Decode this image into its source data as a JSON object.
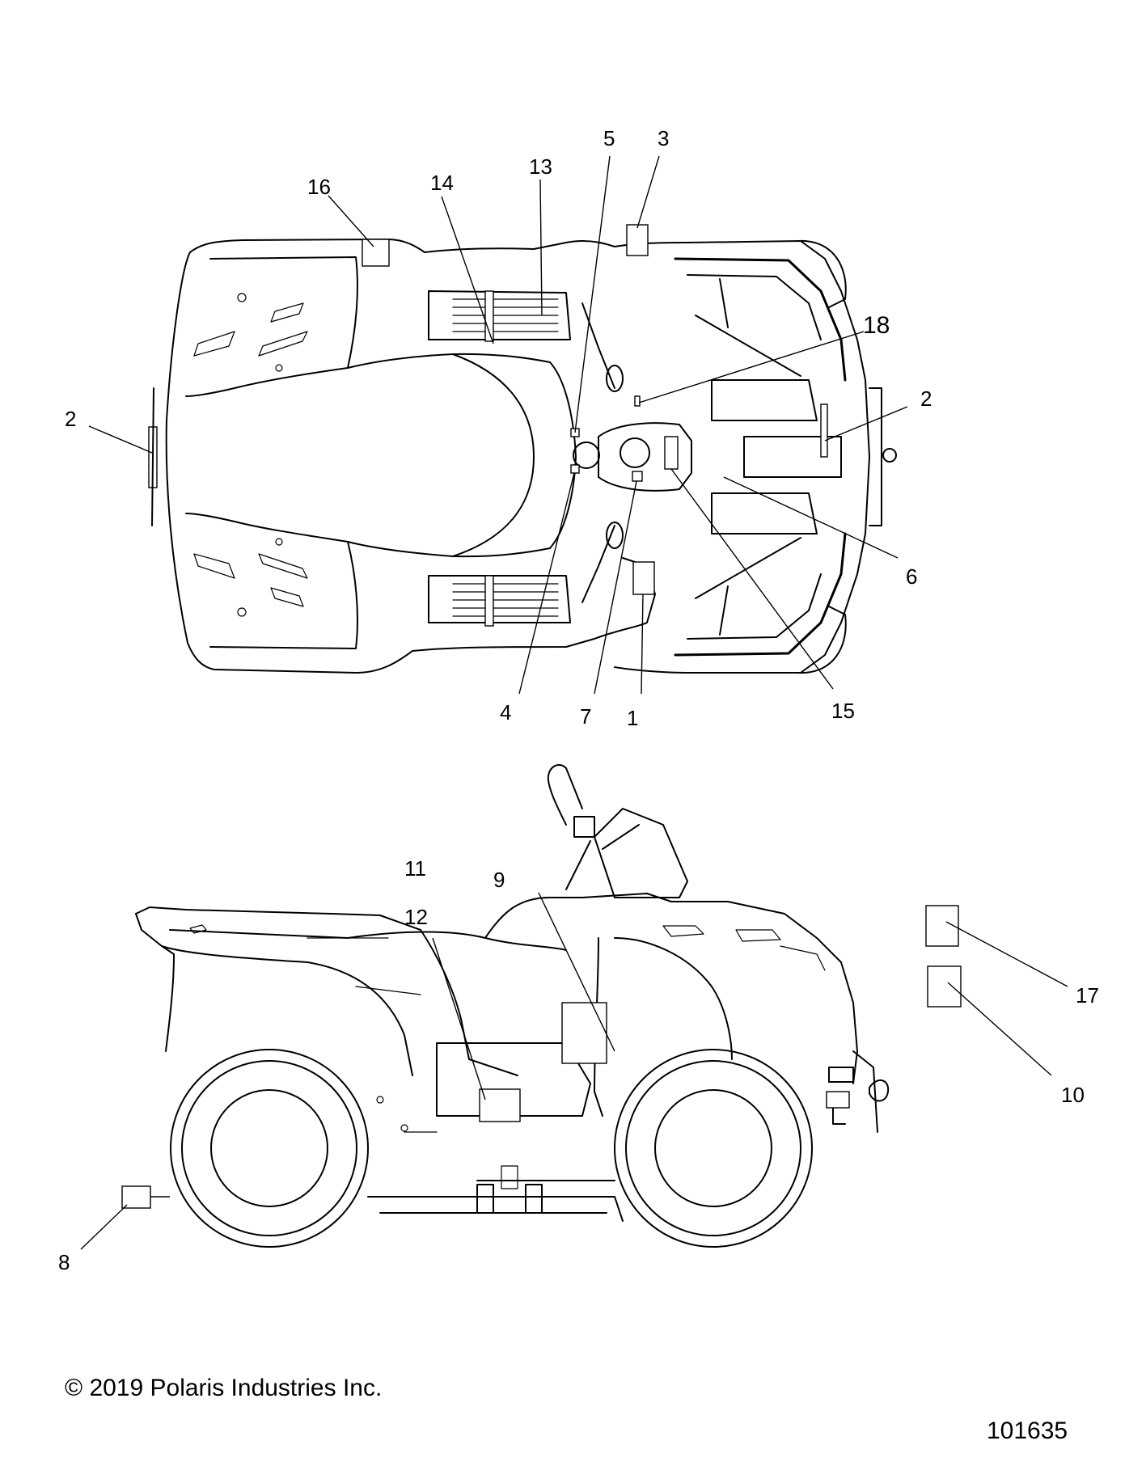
{
  "callouts": {
    "c1": "1",
    "c2a": "2",
    "c2b": "2",
    "c3": "3",
    "c4": "4",
    "c5": "5",
    "c6": "6",
    "c7": "7",
    "c8": "8",
    "c9": "9",
    "c10": "10",
    "c11": "11",
    "c12": "12",
    "c13": "13",
    "c14": "14",
    "c15": "15",
    "c16": "16",
    "c17": "17",
    "c18": "18"
  },
  "footer": {
    "copyright": "© 2019 Polaris Industries Inc.",
    "figure_number": "101635"
  }
}
